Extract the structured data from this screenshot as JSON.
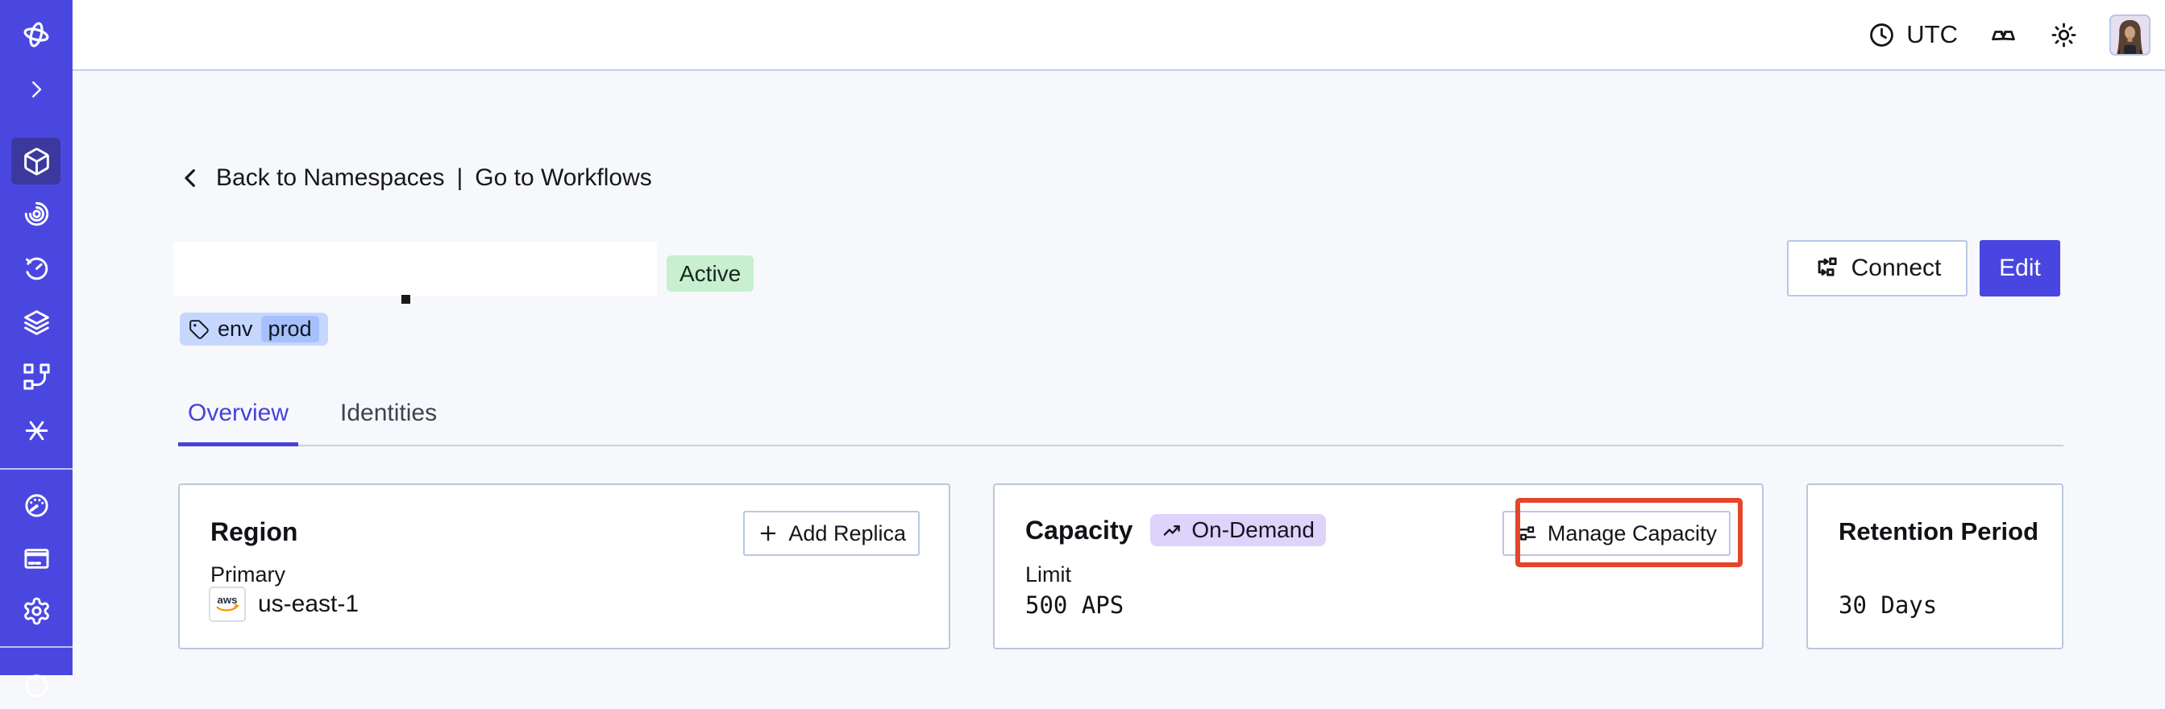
{
  "topbar": {
    "timezone": "UTC"
  },
  "breadcrumb": {
    "back": "Back to Namespaces",
    "separator": "|",
    "forward": "Go to Workflows"
  },
  "namespace": {
    "status": "Active",
    "tag": {
      "key": "env",
      "value": "prod"
    }
  },
  "actions": {
    "connect": "Connect",
    "edit": "Edit"
  },
  "tabs": {
    "overview": "Overview",
    "identities": "Identities"
  },
  "cards": {
    "region": {
      "title": "Region",
      "add_replica": "Add Replica",
      "label": "Primary",
      "provider": "aws",
      "value": "us-east-1"
    },
    "capacity": {
      "title": "Capacity",
      "badge": "On-Demand",
      "manage": "Manage Capacity",
      "label": "Limit",
      "value": "500 APS"
    },
    "retention": {
      "title": "Retention Period",
      "value": "30 Days"
    }
  },
  "sidebar": {
    "icons": [
      "temporal-logo",
      "expand",
      "namespaces",
      "workflows",
      "schedules",
      "deployments",
      "batch-operations",
      "nexus",
      "usage",
      "billing",
      "settings",
      "support"
    ]
  },
  "colors": {
    "sidebar": "#4a47e1",
    "sidebar_active": "#3b399e",
    "accent_indigo": "#4742da",
    "status_green_bg": "#c8efd0",
    "tag_bg": "#c6d7fd",
    "tag_chip_bg": "#a6c0fb",
    "ondemand_badge_bg": "#ddd3fb",
    "annotation_red": "#e4462b",
    "aws_orange": "#f79400"
  }
}
